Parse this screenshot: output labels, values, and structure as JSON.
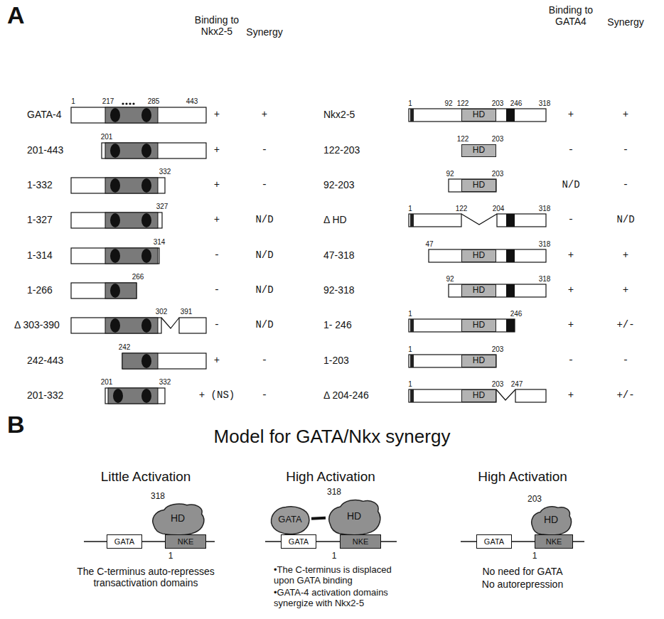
{
  "diagram": {
    "title": "Model for GATA/Nkx synergy",
    "nodes": [
      {
        "text": [
          "HD"
        ]
      },
      {
        "text": [
          "HD"
        ]
      },
      {
        "text": [
          "HD"
        ]
      },
      {
        "text": [
          "HD"
        ]
      },
      {
        "text": [
          "HD"
        ]
      },
      {
        "text": [
          "HD"
        ]
      },
      {
        "text": [
          "HD"
        ]
      },
      {
        "text": [
          "HD"
        ]
      },
      {
        "text": [
          "HD"
        ]
      },
      {
        "text": [
          "GATA"
        ]
      },
      {
        "text": [
          "NKE"
        ]
      },
      {
        "text": [
          "GATA"
        ]
      },
      {
        "text": [
          "HD"
        ]
      },
      {
        "text": [
          "GATA"
        ]
      },
      {
        "text": [
          "NKE"
        ]
      },
      {
        "text": [
          "HD"
        ]
      },
      {
        "text": [
          "GATA"
        ]
      },
      {
        "text": [
          "NKE"
        ]
      }
    ],
    "edges": [
      {
        "from": 9,
        "to": 10,
        "arrow": "none"
      },
      {
        "from": 11,
        "to": 12,
        "arrow": "none"
      },
      {
        "from": 13,
        "to": 14,
        "arrow": "none"
      },
      {
        "from": 16,
        "to": 17,
        "arrow": "none"
      }
    ],
    "labels": [
      "A",
      "Binding to Nkx2-5",
      "Synergy",
      "Binding to GATA4",
      "Synergy",
      "GATA-4",
      "1",
      "217",
      "285",
      "443",
      "+",
      "+",
      "201-443",
      "201",
      "+",
      "-",
      "1-332",
      "332",
      "+",
      "-",
      "1-327",
      "327",
      "+",
      "N/D",
      "1-314",
      "314",
      "-",
      "N/D",
      "1-266",
      "266",
      "-",
      "N/D",
      "Δ 303-390",
      "302",
      "391",
      "-",
      "N/D",
      "242-443",
      "242",
      "+",
      "-",
      "201-332",
      "201",
      "332",
      "+ (NS)",
      "-",
      "Nkx2-5",
      "1",
      "92",
      "122",
      "203",
      "246",
      "318",
      "+",
      "+",
      "122-203",
      "122",
      "203",
      "-",
      "-",
      "92-203",
      "92",
      "203",
      "N/D",
      "-",
      "Δ HD",
      "1",
      "122",
      "204",
      "318",
      "-",
      "N/D",
      "47-318",
      "47",
      "318",
      "+",
      "+",
      "92-318",
      "92",
      "318",
      "+",
      "+",
      "1- 246",
      "1",
      "246",
      "+",
      "+/-",
      "1-203",
      "1",
      "203",
      "-",
      "-",
      "Δ 204-246",
      "1",
      "203",
      "247",
      "+",
      "+/-",
      "B",
      "Little Activation",
      "High Activation",
      "High Activation",
      "318",
      "1",
      "The C-terminus auto-represses transactivation domains",
      "318",
      "1",
      "•The C-terminus is displaced upon GATA binding",
      "•GATA-4 activation domains synergize with Nkx2-5",
      "203",
      "1",
      "No need for GATA",
      "No autorepression"
    ]
  }
}
